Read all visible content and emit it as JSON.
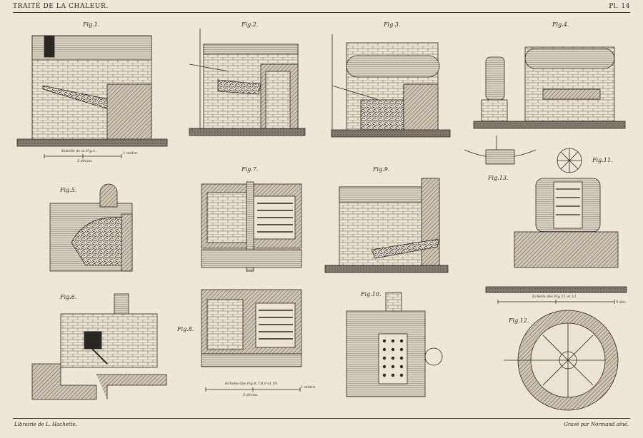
{
  "header": {
    "title": "TRAITÉ DE LA CHALEUR.",
    "plate": "Pl. 14"
  },
  "figures": {
    "fig1": "Fig.1.",
    "fig2": "Fig.2.",
    "fig3": "Fig.3.",
    "fig4": "Fig.4.",
    "fig5": "Fig.5.",
    "fig6": "Fig.6.",
    "fig7": "Fig.7.",
    "fig8": "Fig.8.",
    "fig9": "Fig.9.",
    "fig10": "Fig.10.",
    "fig11": "Fig.11.",
    "fig12": "Fig.12.",
    "fig13": "Fig.13."
  },
  "scales": {
    "s1": "Echelle de la Fig.1.",
    "s1_unit": "1 mètre.",
    "s1_dec": "5 décim.",
    "s2": "Echelle des Fig.6,7,8,9 et 10.",
    "s2_unit": "1 mètre.",
    "s2_dec": "5 décim.",
    "s3": "Echelle des Fig.11 et 12.",
    "s3_dec": "5 déc."
  },
  "footer": {
    "publisher": "Librairie de L. Hachette.",
    "engraver": "Gravé par Normand aîné."
  },
  "colors": {
    "paper": "#eee7d8",
    "ink": "#2a2622"
  }
}
